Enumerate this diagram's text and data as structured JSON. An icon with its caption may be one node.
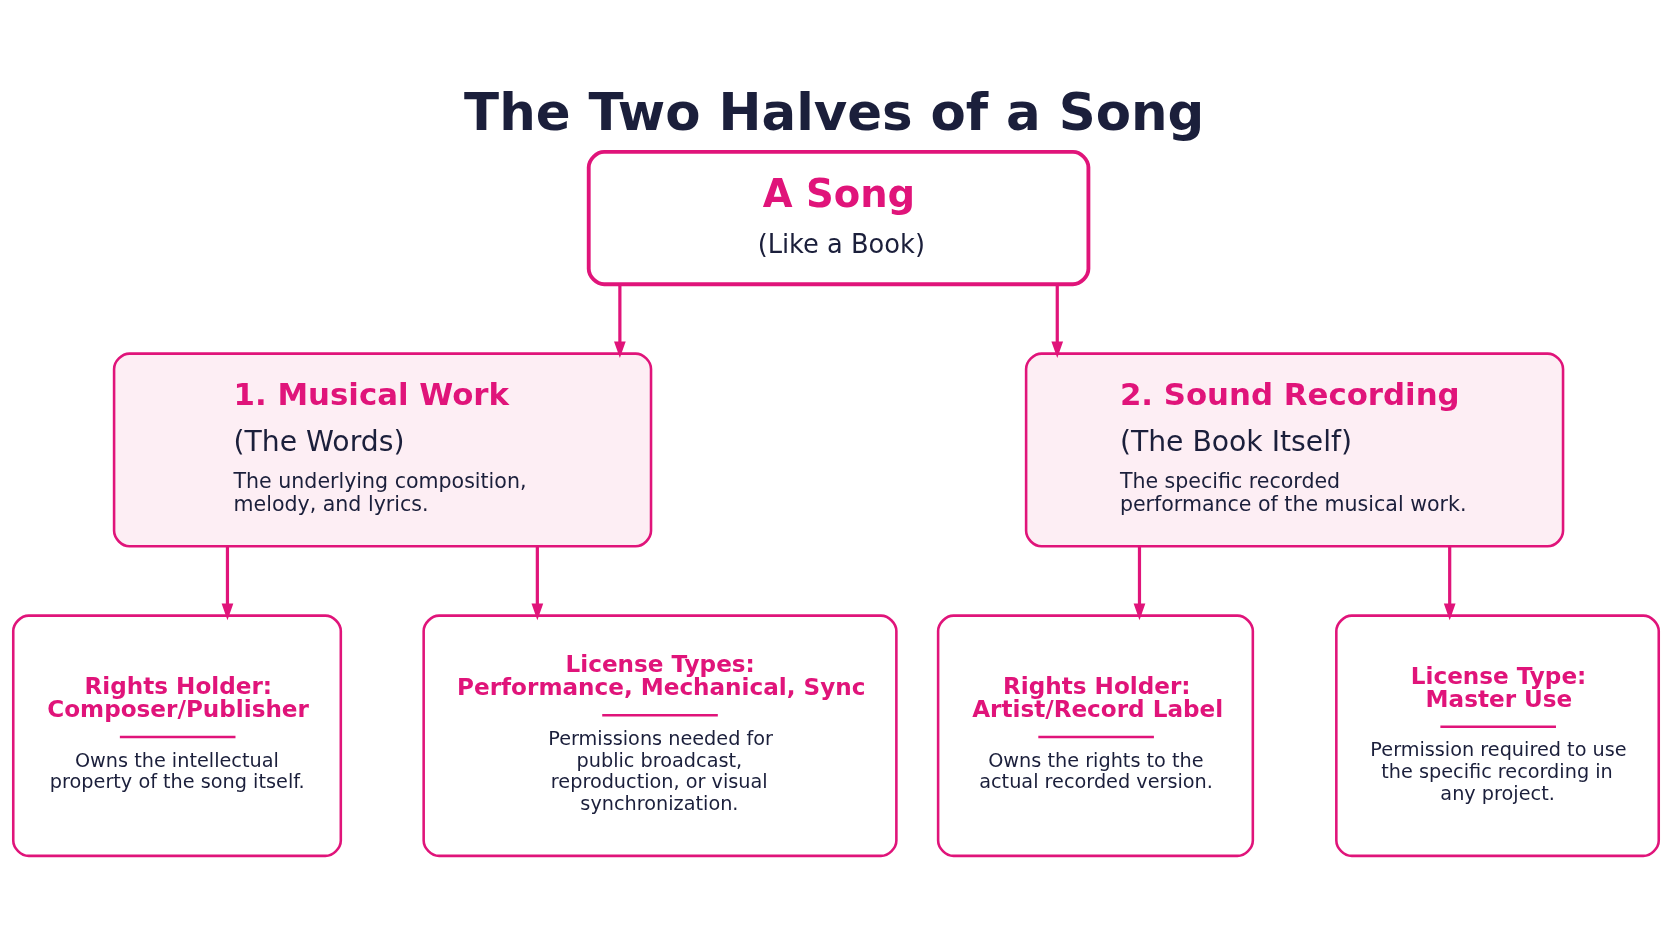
{
  "diagram": {
    "title": "The Two Halves of a Song",
    "nodes": [
      {
        "text": [
          "A Song",
          "(Like a Book)"
        ]
      },
      {
        "text": [
          "1. Musical Work",
          "(The Words)",
          "The underlying composition, melody, and lyrics."
        ]
      },
      {
        "text": [
          "2. Sound Recording",
          "(The Book Itself)",
          "The specific recorded performance of the musical work."
        ]
      },
      {
        "text": [
          "Rights Holder: Composer/Publisher",
          "Owns the intellectual property of the song itself."
        ]
      },
      {
        "text": [
          "License Types: Performance, Mechanical, Sync",
          "Permissions needed for public broadcast, reproduction, or visual synchronization."
        ]
      },
      {
        "text": [
          "Rights Holder: Artist/Record Label",
          "Owns the rights to the actual recorded version."
        ]
      },
      {
        "text": [
          "License Type: Master Use",
          "Permission required to use the specific recording in any project."
        ]
      }
    ],
    "edges": [
      {
        "from": 0,
        "to": 1,
        "arrow": "to"
      },
      {
        "from": 0,
        "to": 2,
        "arrow": "to"
      },
      {
        "from": 1,
        "to": 3,
        "arrow": "to"
      },
      {
        "from": 1,
        "to": 4,
        "arrow": "to"
      },
      {
        "from": 2,
        "to": 5,
        "arrow": "to"
      },
      {
        "from": 2,
        "to": 6,
        "arrow": "to"
      }
    ]
  }
}
